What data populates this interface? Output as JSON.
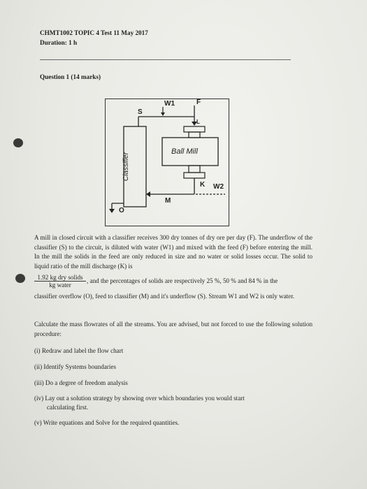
{
  "header": {
    "title": "CHMT1002 TOPIC 4 Test   11 May 2017",
    "duration": "Duration: 1 h"
  },
  "question": {
    "heading": "Question 1 (14 marks)"
  },
  "diagram": {
    "labels": {
      "s": "S",
      "w1": "W1",
      "f": "F",
      "l": "L",
      "ball_mill": "Ball Mill",
      "classifier": "Classifier",
      "k": "K",
      "w2": "W2",
      "m": "M",
      "o": "O"
    }
  },
  "body": {
    "para1_a": "A mill in closed circuit with a classifier receives 300 dry tonnes of dry ore per day (F).  The underflow of the classifier (S) to the circuit, is diluted with water (W1) and mixed with the feed (F) before entering the mill.  In the mill the solids in the feed are only reduced in size and no water or solid losses occur.  The solid to liquid ratio of the mill discharge (K) is",
    "frac_num": "1.92 kg dry solids",
    "frac_den": "kg water",
    "para1_b": ", and the percentages of solids are respectively 25 %, 50 % and 84 % in the",
    "para1_c": "classifier overflow (O), feed to classifier (M) and it's underflow (S). Stream W1 and W2 is only water.",
    "para2": "Calculate the mass flowrates of all the streams. You are advised, but not forced to use the following solution procedure:",
    "steps": [
      "(i)   Redraw and label the flow chart",
      "(ii)  Identify Systems boundaries",
      "(iii) Do a degree of freedom analysis",
      "(iv)  Lay  out  a  solution  strategy  by  showing  over  which  boundaries  you  would  start",
      "calculating first.",
      "(v)  Write equations and Solve for the required quantities."
    ]
  }
}
